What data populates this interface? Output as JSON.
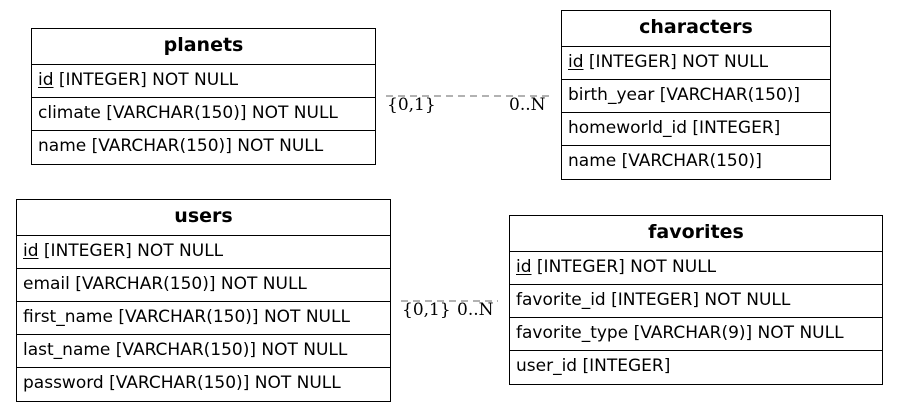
{
  "entities": {
    "planets": {
      "name": "planets",
      "fields": [
        {
          "pk": "id",
          "rest": " [INTEGER] NOT NULL"
        },
        {
          "pk": "",
          "rest": "climate [VARCHAR(150)] NOT NULL"
        },
        {
          "pk": "",
          "rest": "name [VARCHAR(150)] NOT NULL"
        }
      ]
    },
    "characters": {
      "name": "characters",
      "fields": [
        {
          "pk": "id",
          "rest": " [INTEGER] NOT NULL"
        },
        {
          "pk": "",
          "rest": "birth_year [VARCHAR(150)]"
        },
        {
          "pk": "",
          "rest": "homeworld_id [INTEGER]"
        },
        {
          "pk": "",
          "rest": "name [VARCHAR(150)]"
        }
      ]
    },
    "users": {
      "name": "users",
      "fields": [
        {
          "pk": "id",
          "rest": " [INTEGER] NOT NULL"
        },
        {
          "pk": "",
          "rest": "email [VARCHAR(150)] NOT NULL"
        },
        {
          "pk": "",
          "rest": "first_name [VARCHAR(150)] NOT NULL"
        },
        {
          "pk": "",
          "rest": "last_name [VARCHAR(150)] NOT NULL"
        },
        {
          "pk": "",
          "rest": "password [VARCHAR(150)] NOT NULL"
        }
      ]
    },
    "favorites": {
      "name": "favorites",
      "fields": [
        {
          "pk": "id",
          "rest": " [INTEGER] NOT NULL"
        },
        {
          "pk": "",
          "rest": "favorite_id [INTEGER] NOT NULL"
        },
        {
          "pk": "",
          "rest": "favorite_type [VARCHAR(9)] NOT NULL"
        },
        {
          "pk": "",
          "rest": "user_id [INTEGER]"
        }
      ]
    }
  },
  "relationships": [
    {
      "from": "planets",
      "to": "characters",
      "from_card": "{0,1}",
      "to_card": "0..N"
    },
    {
      "from": "users",
      "to": "favorites",
      "from_card": "{0,1}",
      "to_card": "0..N"
    }
  ],
  "colors": {
    "border": "#000000",
    "edge": "#999999",
    "background": "#ffffff"
  }
}
